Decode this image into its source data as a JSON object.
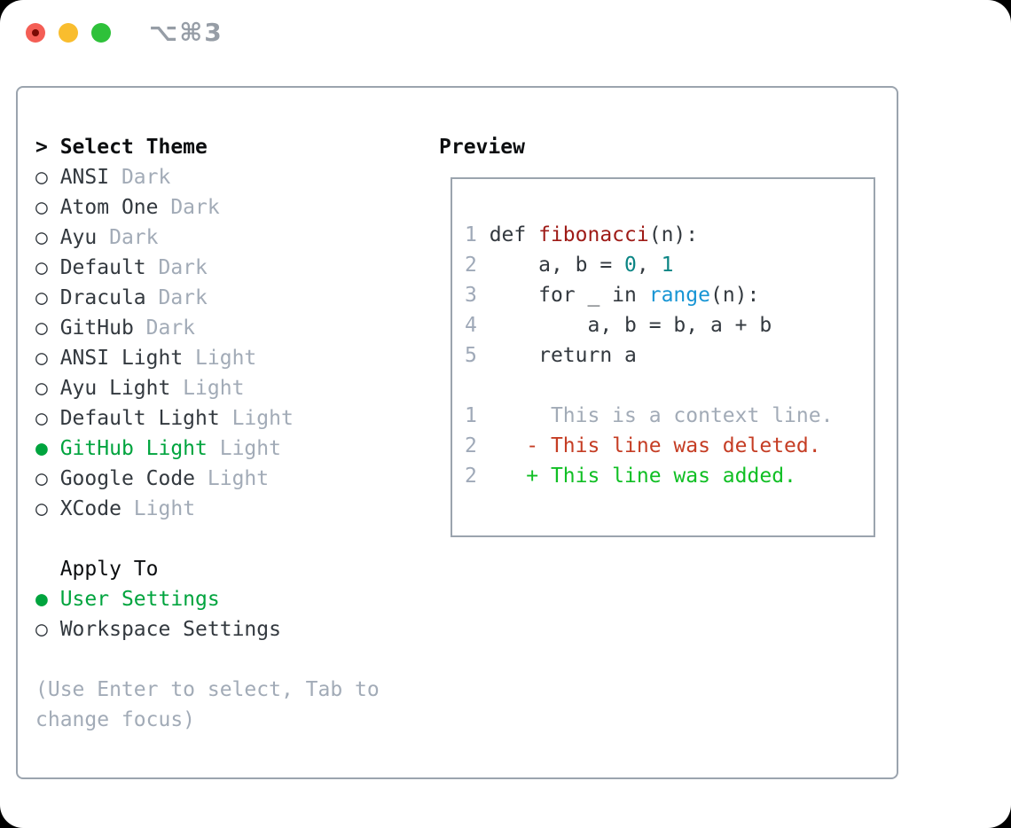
{
  "window": {
    "shortcut_label": "⌥⌘3",
    "traffic_lights": [
      "close",
      "minimize",
      "zoom"
    ]
  },
  "colors": {
    "panel_border": "#9ba4ae",
    "text_dark": "#33393f",
    "text_black": "#0c0e10",
    "muted": "#a2abb7",
    "line_number": "#9fa9b8",
    "selected_green": "#00a43e",
    "diff_added_green": "#10bf24",
    "diff_deleted_red": "#c53d24",
    "function_red": "#9e1b17",
    "builtin_blue": "#1795d4",
    "number_teal": "#0b8584",
    "traffic_red": "#f45e55",
    "traffic_red_inner": "#7a0b04",
    "traffic_yellow": "#f9bd2e",
    "traffic_green": "#2ec13a",
    "shortcut_gray": "#969da6"
  },
  "theme_panel": {
    "title_prefix": "> ",
    "title": "Select Theme",
    "radio_selected": "●",
    "radio_unselected": "○",
    "items": [
      {
        "name": "ANSI",
        "variant": "Dark",
        "selected": false
      },
      {
        "name": "Atom One",
        "variant": "Dark",
        "selected": false
      },
      {
        "name": "Ayu",
        "variant": "Dark",
        "selected": false
      },
      {
        "name": "Default",
        "variant": "Dark",
        "selected": false
      },
      {
        "name": "Dracula",
        "variant": "Dark",
        "selected": false
      },
      {
        "name": "GitHub",
        "variant": "Dark",
        "selected": false
      },
      {
        "name": "ANSI Light",
        "variant": "Light",
        "selected": false
      },
      {
        "name": "Ayu Light",
        "variant": "Light",
        "selected": false
      },
      {
        "name": "Default Light",
        "variant": "Light",
        "selected": false
      },
      {
        "name": "GitHub Light",
        "variant": "Light",
        "selected": true
      },
      {
        "name": "Google Code",
        "variant": "Light",
        "selected": false
      },
      {
        "name": "XCode",
        "variant": "Light",
        "selected": false
      }
    ],
    "apply_to": {
      "title": "Apply To",
      "options": [
        {
          "label": "User Settings",
          "selected": true
        },
        {
          "label": "Workspace Settings",
          "selected": false
        }
      ]
    },
    "hint": "(Use Enter to select, Tab to change focus)"
  },
  "preview": {
    "title": "Preview",
    "lines": [
      [
        {
          "t": "1 ",
          "c": "ln"
        },
        {
          "t": "def ",
          "c": "fg"
        },
        {
          "t": "fibonacci",
          "c": "fn"
        },
        {
          "t": "(n):",
          "c": "fg"
        }
      ],
      [
        {
          "t": "2 ",
          "c": "ln"
        },
        {
          "t": "    a, b = ",
          "c": "fg"
        },
        {
          "t": "0",
          "c": "num"
        },
        {
          "t": ", ",
          "c": "fg"
        },
        {
          "t": "1",
          "c": "num"
        }
      ],
      [
        {
          "t": "3 ",
          "c": "ln"
        },
        {
          "t": "    for _ in ",
          "c": "fg"
        },
        {
          "t": "range",
          "c": "bi"
        },
        {
          "t": "(n):",
          "c": "fg"
        }
      ],
      [
        {
          "t": "4 ",
          "c": "ln"
        },
        {
          "t": "        a, b = b, a + b",
          "c": "fg"
        }
      ],
      [
        {
          "t": "5 ",
          "c": "ln"
        },
        {
          "t": "    return a",
          "c": "fg"
        }
      ],
      [],
      [
        {
          "t": "1 ",
          "c": "ln"
        },
        {
          "t": "     This is a context line.",
          "c": "ctx"
        }
      ],
      [
        {
          "t": "2 ",
          "c": "ln"
        },
        {
          "t": "   - This line was deleted.",
          "c": "del"
        }
      ],
      [
        {
          "t": "2 ",
          "c": "ln"
        },
        {
          "t": "   + This line was added.",
          "c": "add"
        }
      ]
    ]
  }
}
